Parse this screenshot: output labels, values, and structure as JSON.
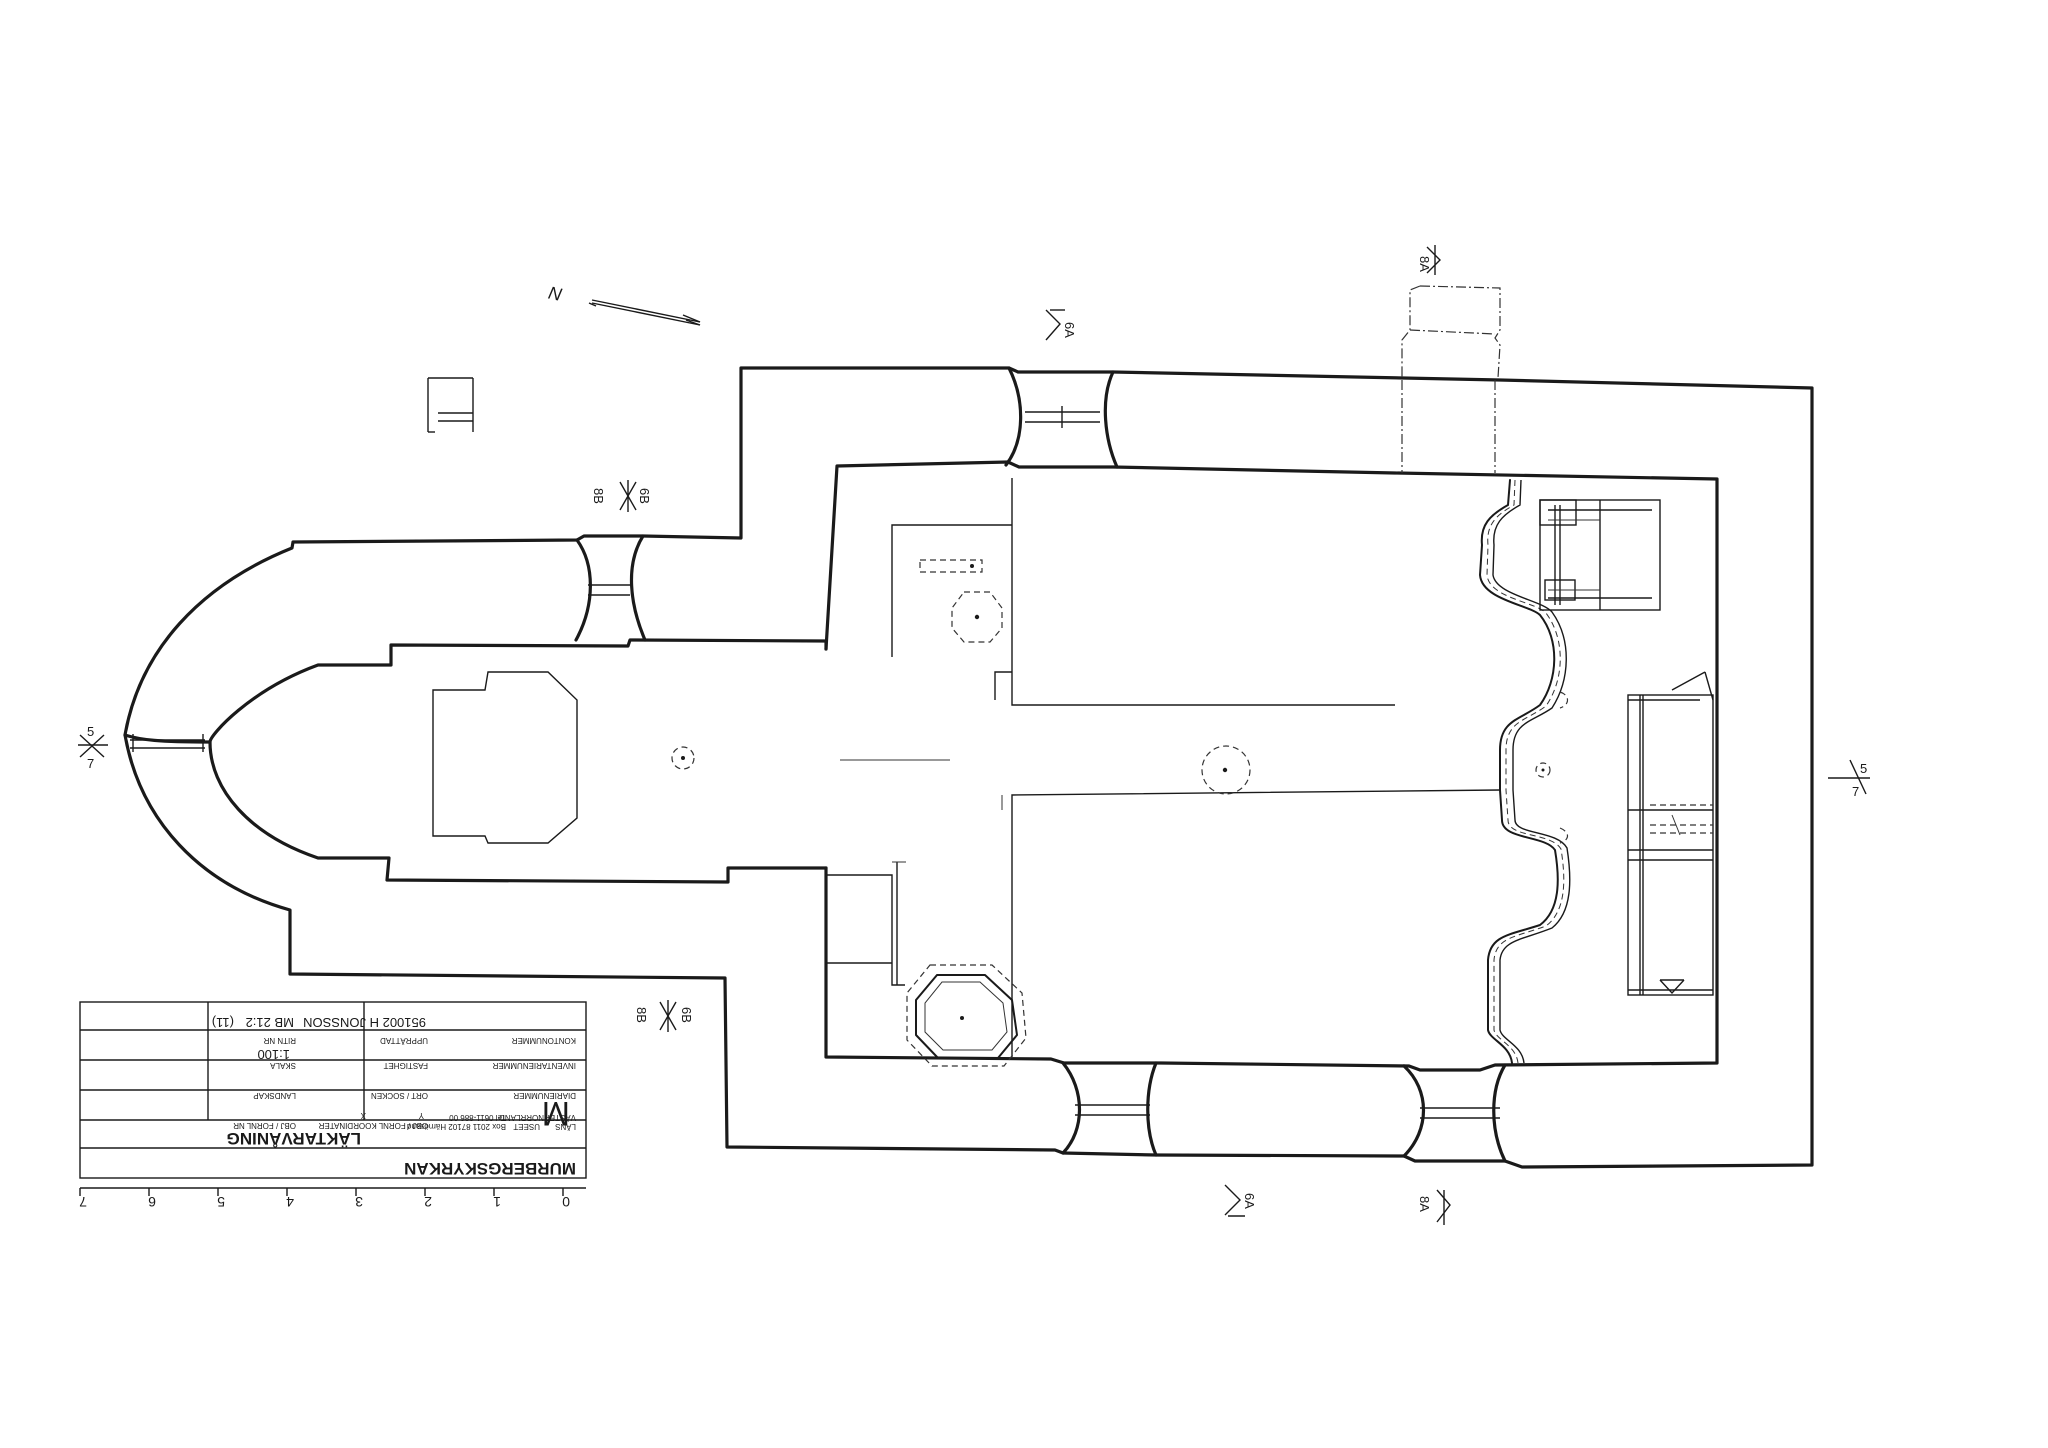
{
  "title_block": {
    "church_name": "MURBERGSKYRKAN",
    "floor_name": "LÄKTARVÅNING",
    "museum_initial": "M",
    "museum_name_a": "LÄNS",
    "museum_name_b": "USEET",
    "museum_region": "VÄSTERNORRLAND",
    "museum_address": "Box 2011 87102 Härnösand",
    "museum_phone": "Tel 0611-886 00",
    "label_obj": "OBJ / FORNL NR",
    "label_coord": "OBJ / FORNL KOORDINATER",
    "label_coord_y": "Y",
    "label_coord_x": "X",
    "label_diarienr": "DIARIENUMMER",
    "label_ort": "ORT / SOCKEN",
    "label_landskap": "LANDSKAP",
    "label_inventarie": "INVENTARIENUMMER",
    "label_fastighet": "FASTIGHET",
    "label_skala": "SKALA",
    "scale_value": "1:100",
    "label_kontroll": "KONTONUMMER",
    "label_upprattad": "UPPRÄTTAD",
    "label_ritn": "RITN NR",
    "author_date": "951002 H JONSSON",
    "drawing_no": "MB 21:2",
    "drawing_seq": "(11)",
    "scale_ticks": [
      "0",
      "1",
      "2",
      "3",
      "4",
      "5",
      "6",
      "7"
    ]
  },
  "north_arrow": {
    "label": "N"
  },
  "section_markers": [
    {
      "code": "8A",
      "location": "top right"
    },
    {
      "code": "6A",
      "location": "top center"
    },
    {
      "code": "8B",
      "location": "left upper",
      "code2": "6B"
    },
    {
      "code": "8B",
      "location": "left lower",
      "code2": "6B"
    },
    {
      "code": "5",
      "code2": "7",
      "location": "west apse"
    },
    {
      "code": "5",
      "code2": "7",
      "location": "east"
    },
    {
      "code": "6A",
      "location": "bottom center"
    },
    {
      "code": "8A",
      "location": "bottom right"
    }
  ]
}
